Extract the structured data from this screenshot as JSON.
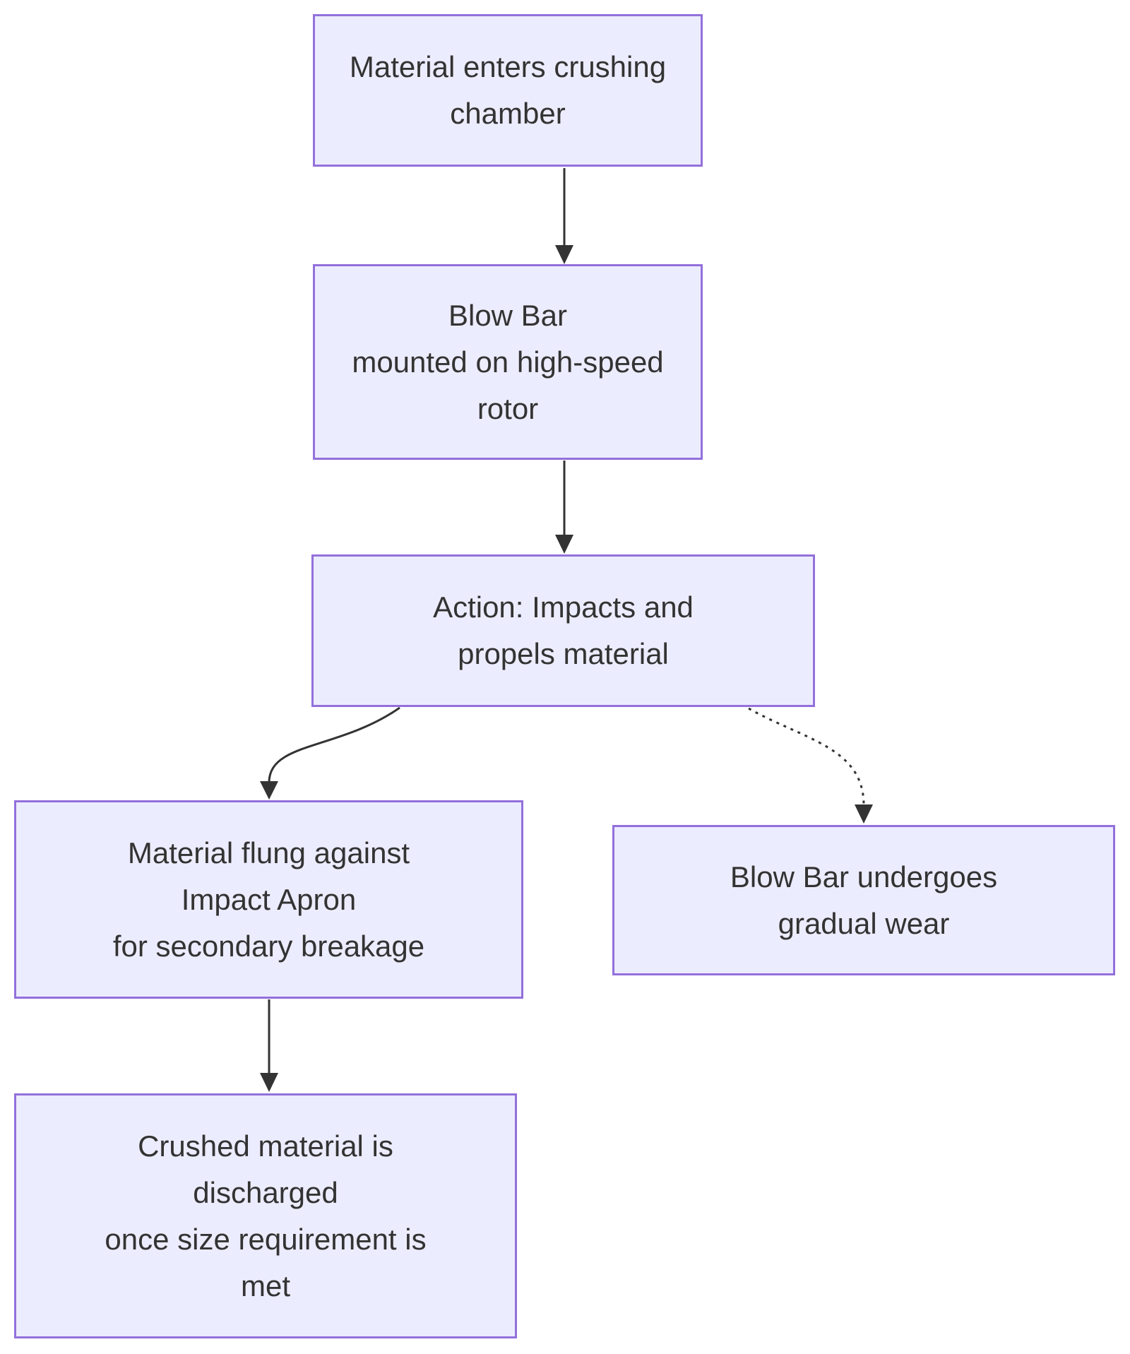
{
  "diagram": {
    "type": "flowchart",
    "direction": "top-down",
    "nodes": [
      {
        "id": "enter",
        "lines": [
          "Material enters crushing",
          "chamber"
        ]
      },
      {
        "id": "blow-bar",
        "lines": [
          "Blow Bar",
          "mounted on high-speed",
          "rotor"
        ]
      },
      {
        "id": "action",
        "lines": [
          "Action: Impacts and",
          "propels material"
        ]
      },
      {
        "id": "apron",
        "lines": [
          "Material flung against",
          "Impact Apron",
          "for secondary breakage"
        ]
      },
      {
        "id": "wear",
        "lines": [
          "Blow Bar undergoes",
          "gradual wear"
        ]
      },
      {
        "id": "discharge",
        "lines": [
          "Crushed material is",
          "discharged",
          "once size requirement is",
          "met"
        ]
      }
    ],
    "edges": [
      {
        "from": "enter",
        "to": "blow-bar",
        "style": "solid",
        "arrow": "filled-triangle"
      },
      {
        "from": "blow-bar",
        "to": "action",
        "style": "solid",
        "arrow": "filled-triangle"
      },
      {
        "from": "action",
        "to": "apron",
        "style": "solid",
        "arrow": "filled-triangle"
      },
      {
        "from": "action",
        "to": "wear",
        "style": "dotted",
        "arrow": "filled-triangle"
      },
      {
        "from": "apron",
        "to": "discharge",
        "style": "solid",
        "arrow": "filled-triangle"
      }
    ],
    "colors": {
      "background": "#ffffff",
      "node_fill": "#ECECFF",
      "node_border": "#9370DB",
      "text": "#333333",
      "arrow": "#333333"
    }
  }
}
